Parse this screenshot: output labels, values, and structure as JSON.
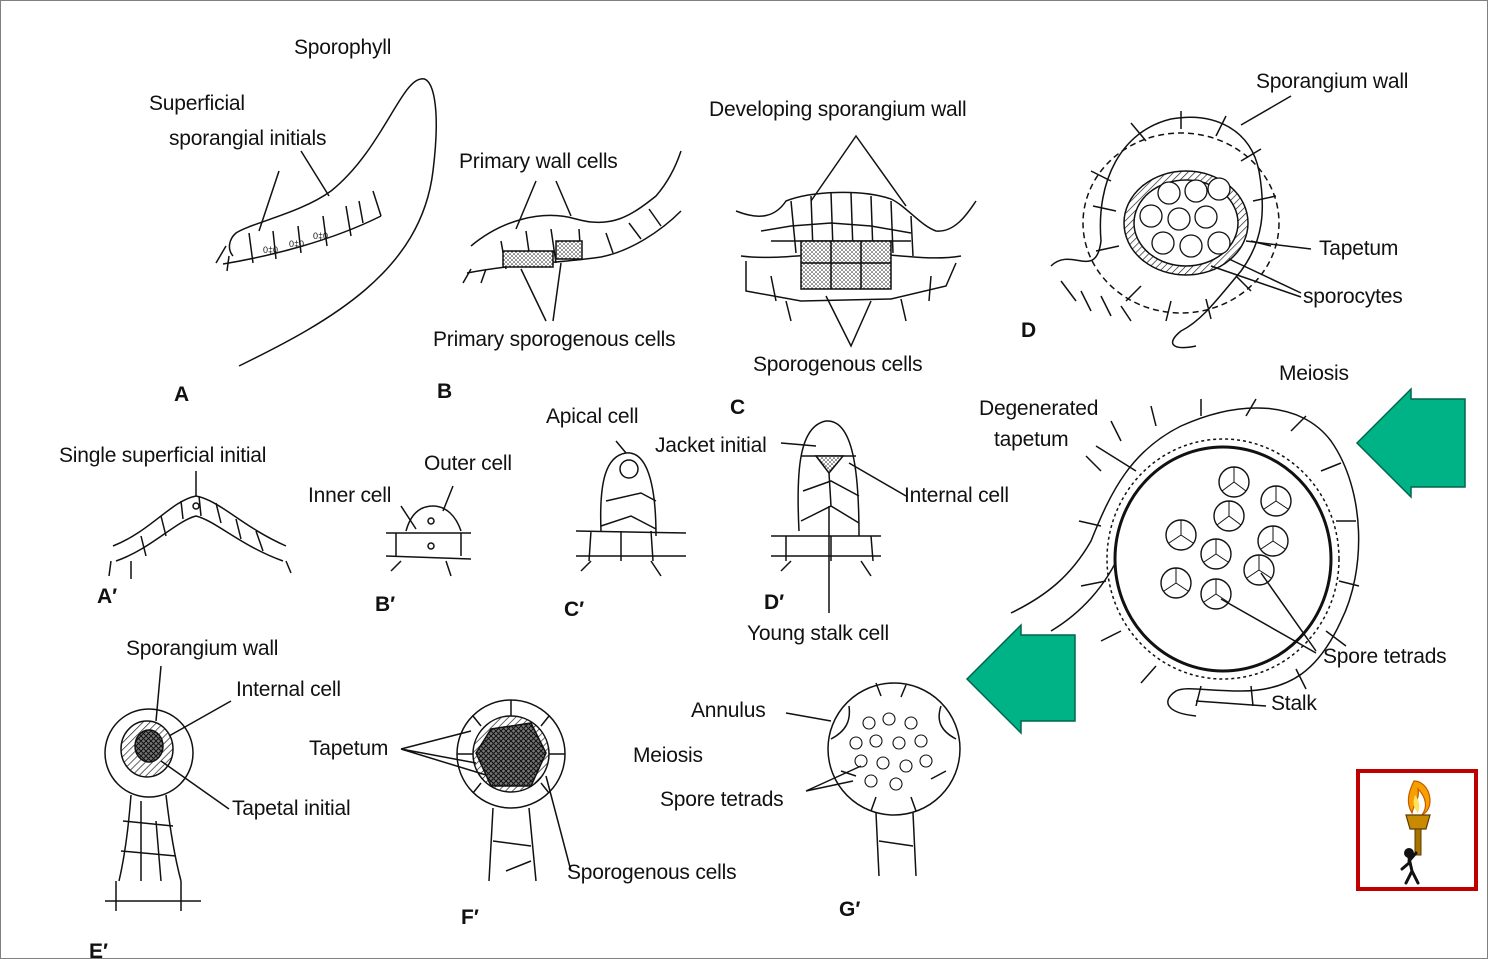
{
  "labels": {
    "sporophyll": "Sporophyll",
    "superficial": "Superficial",
    "sporangial_initials": "sporangial initials",
    "primary_wall_cells": "Primary wall cells",
    "primary_sporogenous_cells": "Primary sporogenous cells",
    "developing_sporangium_wall": "Developing sporangium wall",
    "sporogenous_cells_c": "Sporogenous cells",
    "sporangium_wall_d": "Sporangium wall",
    "tapetum_d": "Tapetum",
    "sporocytes": "sporocytes",
    "meiosis_top": "Meiosis",
    "degenerated": "Degenerated",
    "tapetum_deg": "tapetum",
    "spore_tetrads_right": "Spore tetrads",
    "stalk": "Stalk",
    "single_superficial_initial": "Single superficial initial",
    "outer_cell": "Outer cell",
    "inner_cell": "Inner cell",
    "apical_cell": "Apical cell",
    "jacket_initial": "Jacket initial",
    "internal_cell_d": "Internal cell",
    "young_stalk_cell": "Young stalk cell",
    "sporangium_wall_e": "Sporangium wall",
    "internal_cell_e": "Internal cell",
    "tapetal_initial": "Tapetal initial",
    "tapetum_f": "Tapetum",
    "sporogenous_cells_f": "Sporogenous cells",
    "annulus": "Annulus",
    "meiosis_g": "Meiosis",
    "spore_tetrads_g": "Spore tetrads"
  },
  "figure_letters": {
    "A": "A",
    "B": "B",
    "C": "C",
    "D": "D",
    "A_prime": "A′",
    "B_prime": "B′",
    "C_prime": "C′",
    "D_prime": "D′",
    "E_prime": "E′",
    "F_prime": "F′",
    "G_prime": "G′"
  },
  "colors": {
    "arrow": "#00b386",
    "torch_border": "#c00000"
  },
  "icons": {
    "torch": "torch-icon",
    "arrow": "arrow-left-icon"
  }
}
